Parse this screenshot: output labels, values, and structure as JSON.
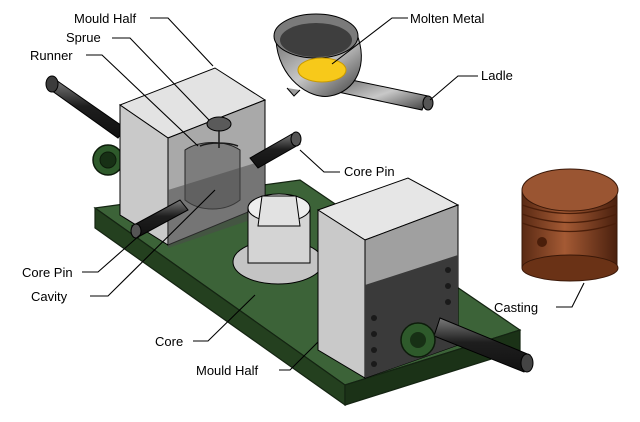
{
  "labels": {
    "mould_half_top": "Mould Half",
    "sprue": "Sprue",
    "runner": "Runner",
    "molten_metal": "Molten Metal",
    "ladle": "Ladle",
    "core_pin_right": "Core Pin",
    "core_pin_left": "Core Pin",
    "cavity": "Cavity",
    "core": "Core",
    "mould_half_bottom": "Mould  Half",
    "casting": "Casting"
  },
  "colors": {
    "base_green": "#2e4f2c",
    "mould_grey": "#b9b9b9",
    "molten_yellow": "#f7c91a",
    "casting_brown": "#8a4a2a",
    "pin_dark": "#2b2b2b"
  }
}
